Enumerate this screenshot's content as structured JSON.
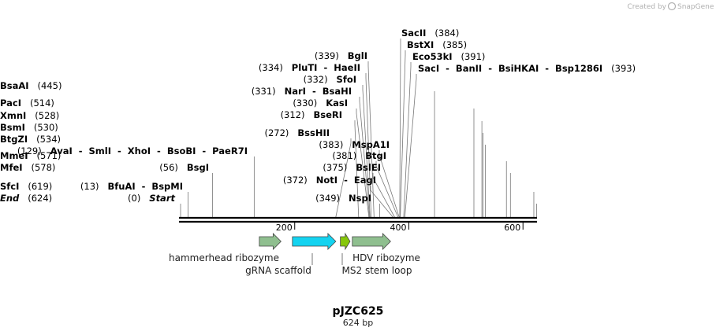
{
  "watermark": {
    "created_by": "Created by",
    "brand": "SnapGene"
  },
  "map": {
    "name": "pJZC625",
    "length": 624,
    "length_label": "624 bp",
    "ticks": [
      200,
      400,
      600
    ]
  },
  "sites": [
    {
      "names": [
        "Start"
      ],
      "pos": 0,
      "label_pos": "(0)",
      "italic": true
    },
    {
      "names": [
        "BfuAI",
        "BspMI"
      ],
      "pos": 13,
      "label_pos": "(13)"
    },
    {
      "names": [
        "BsgI"
      ],
      "pos": 56,
      "label_pos": "(56)"
    },
    {
      "names": [
        "AvaI",
        "SmlI",
        "XhoI",
        "BsoBI",
        "PaeR7I"
      ],
      "pos": 129,
      "label_pos": "(129)"
    },
    {
      "names": [
        "BssHII"
      ],
      "pos": 272,
      "label_pos": "(272)"
    },
    {
      "names": [
        "BseRI"
      ],
      "pos": 312,
      "label_pos": "(312)"
    },
    {
      "names": [
        "KasI"
      ],
      "pos": 330,
      "label_pos": "(330)"
    },
    {
      "names": [
        "NarI",
        "BsaHI"
      ],
      "pos": 331,
      "label_pos": "(331)"
    },
    {
      "names": [
        "SfoI"
      ],
      "pos": 332,
      "label_pos": "(332)"
    },
    {
      "names": [
        "PluTI",
        "HaeII"
      ],
      "pos": 334,
      "label_pos": "(334)"
    },
    {
      "names": [
        "BglI"
      ],
      "pos": 339,
      "label_pos": "(339)"
    },
    {
      "names": [
        "NspI"
      ],
      "pos": 349,
      "label_pos": "(349)"
    },
    {
      "names": [
        "NotI",
        "EagI"
      ],
      "pos": 372,
      "label_pos": "(372)"
    },
    {
      "names": [
        "BslEI"
      ],
      "pos": 375,
      "label_pos": "(375)"
    },
    {
      "names": [
        "BtgI"
      ],
      "pos": 381,
      "label_pos": "(381)"
    },
    {
      "names": [
        "MspA1I"
      ],
      "pos": 383,
      "label_pos": "(383)"
    },
    {
      "names": [
        "SacII"
      ],
      "pos": 384,
      "label_pos": "(384)"
    },
    {
      "names": [
        "BstXI"
      ],
      "pos": 385,
      "label_pos": "(385)"
    },
    {
      "names": [
        "Eco53kI"
      ],
      "pos": 391,
      "label_pos": "(391)"
    },
    {
      "names": [
        "SacI",
        "BanII",
        "BsiHKAI",
        "Bsp1286I"
      ],
      "pos": 393,
      "label_pos": "(393)"
    },
    {
      "names": [
        "BsaAI"
      ],
      "pos": 445,
      "label_pos": "(445)"
    },
    {
      "names": [
        "PacI"
      ],
      "pos": 514,
      "label_pos": "(514)"
    },
    {
      "names": [
        "XmnI"
      ],
      "pos": 528,
      "label_pos": "(528)"
    },
    {
      "names": [
        "BsmI"
      ],
      "pos": 530,
      "label_pos": "(530)"
    },
    {
      "names": [
        "BtgZI"
      ],
      "pos": 534,
      "label_pos": "(534)"
    },
    {
      "names": [
        "MmeI"
      ],
      "pos": 571,
      "label_pos": "(571)"
    },
    {
      "names": [
        "MfeI"
      ],
      "pos": 578,
      "label_pos": "(578)"
    },
    {
      "names": [
        "SfcI"
      ],
      "pos": 619,
      "label_pos": "(619)"
    },
    {
      "names": [
        "End"
      ],
      "pos": 624,
      "label_pos": "(624)",
      "italic": true
    }
  ],
  "features": [
    {
      "name": "hammerhead ribozyme",
      "start": 138,
      "end": 176,
      "color": "#8fbf8f"
    },
    {
      "name": "gRNA scaffold",
      "start": 196,
      "end": 272,
      "color": "#14d3f0"
    },
    {
      "name": "MS2 stem loop",
      "start": 280,
      "end": 297,
      "color": "#86c70a"
    },
    {
      "name": "HDV ribozyme",
      "start": 301,
      "end": 368,
      "color": "#8fbf8f"
    }
  ]
}
